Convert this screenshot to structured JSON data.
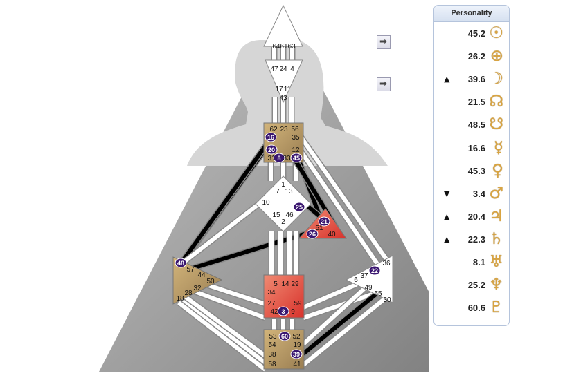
{
  "centers": {
    "head": {
      "gates": [
        "64",
        "61",
        "63"
      ]
    },
    "ajna": {
      "gates": [
        "47",
        "24",
        "4",
        "17",
        "11",
        "43"
      ]
    },
    "throat": {
      "gates": [
        "62",
        "23",
        "56",
        "16",
        "35",
        "20",
        "12",
        "31",
        "8",
        "33",
        "45"
      ],
      "active": [
        "16",
        "20",
        "8",
        "45"
      ]
    },
    "g": {
      "gates": [
        "1",
        "7",
        "13",
        "10",
        "25",
        "15",
        "46",
        "2"
      ],
      "active": [
        "25"
      ]
    },
    "ego": {
      "gates": [
        "21",
        "51",
        "26",
        "40"
      ],
      "active": [
        "21",
        "26"
      ]
    },
    "spleen": {
      "gates": [
        "48",
        "57",
        "44",
        "50",
        "32",
        "28",
        "18"
      ],
      "active": [
        "48"
      ]
    },
    "solar_plexus": {
      "gates": [
        "36",
        "22",
        "6",
        "37",
        "49",
        "55",
        "30"
      ],
      "active": [
        "22"
      ]
    },
    "sacral": {
      "gates": [
        "5",
        "14",
        "29",
        "34",
        "27",
        "59",
        "42",
        "3",
        "9"
      ],
      "active": [
        "3"
      ]
    },
    "root": {
      "gates": [
        "53",
        "60",
        "52",
        "54",
        "19",
        "38",
        "39",
        "58",
        "41"
      ],
      "active": [
        "60",
        "39"
      ]
    }
  },
  "nav": {
    "arrow_icon": "arrow-right-icon"
  },
  "personality": {
    "title": "Personality",
    "rows": [
      {
        "marker": "",
        "value": "45.2",
        "glyph": "☉",
        "icon": "sun-icon"
      },
      {
        "marker": "",
        "value": "26.2",
        "glyph": "⊕",
        "icon": "earth-icon"
      },
      {
        "marker": "▲",
        "value": "39.6",
        "glyph": "☽",
        "icon": "moon-icon"
      },
      {
        "marker": "",
        "value": "21.5",
        "glyph": "☊",
        "icon": "north-node-icon"
      },
      {
        "marker": "",
        "value": "48.5",
        "glyph": "☋",
        "icon": "south-node-icon"
      },
      {
        "marker": "",
        "value": "16.6",
        "glyph": "☿",
        "icon": "mercury-icon"
      },
      {
        "marker": "",
        "value": "45.3",
        "glyph": "♀",
        "icon": "venus-icon"
      },
      {
        "marker": "▼",
        "value": "3.4",
        "glyph": "♂",
        "icon": "mars-icon"
      },
      {
        "marker": "▲",
        "value": "20.4",
        "glyph": "♃",
        "icon": "jupiter-icon"
      },
      {
        "marker": "▲",
        "value": "22.3",
        "glyph": "♄",
        "icon": "saturn-icon"
      },
      {
        "marker": "",
        "value": "8.1",
        "glyph": "♅",
        "icon": "uranus-icon"
      },
      {
        "marker": "",
        "value": "25.2",
        "glyph": "♆",
        "icon": "neptune-icon"
      },
      {
        "marker": "",
        "value": "60.6",
        "glyph": "♇",
        "icon": "pluto-icon"
      }
    ]
  },
  "colors": {
    "background_triangle": "#8f8f8f",
    "silhouette": "#d4d4d4",
    "channel_white": "#ffffff",
    "channel_black": "#000000",
    "defined_tan": "#b49a6a",
    "defined_red": "#d9443a",
    "activation_badge": "#3a1670",
    "glyph_gold": "#d9a441"
  }
}
